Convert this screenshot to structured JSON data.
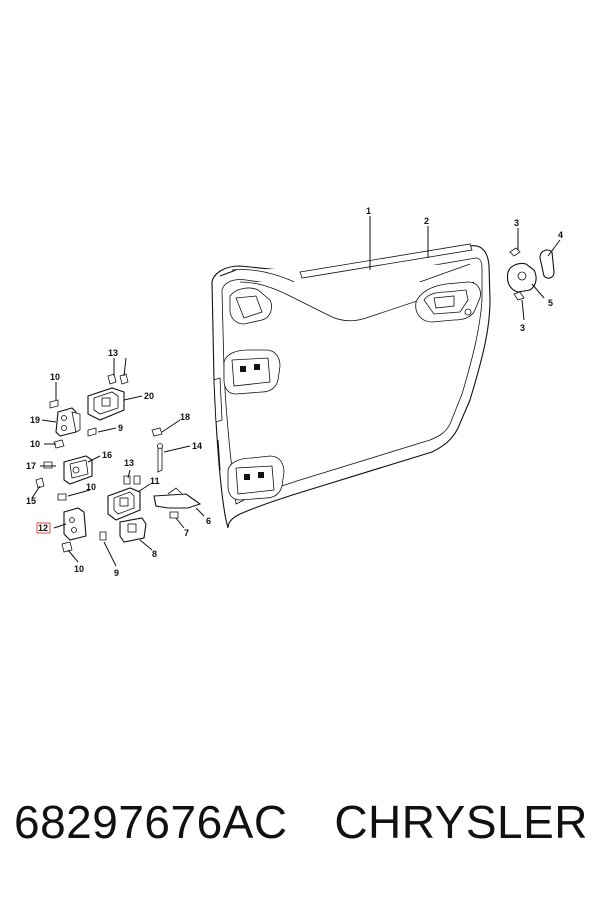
{
  "diagram": {
    "callouts": {
      "c1": "1",
      "c2": "2",
      "c3a": "3",
      "c3b": "3",
      "c4": "4",
      "c5": "5",
      "c6": "6",
      "c7": "7",
      "c8": "8",
      "c9a": "9",
      "c9b": "9",
      "c10a": "10",
      "c10b": "10",
      "c10c": "10",
      "c10d": "10",
      "c11": "11",
      "c12": "12",
      "c13a": "13",
      "c13b": "13",
      "c14": "14",
      "c15": "15",
      "c16": "16",
      "c17": "17",
      "c18": "18",
      "c19": "19",
      "c20": "20"
    },
    "highlighted_callout": "12",
    "highlight_color": "#e64545"
  },
  "caption": {
    "part_number": "68297676AC",
    "brand": "CHRYSLER"
  }
}
